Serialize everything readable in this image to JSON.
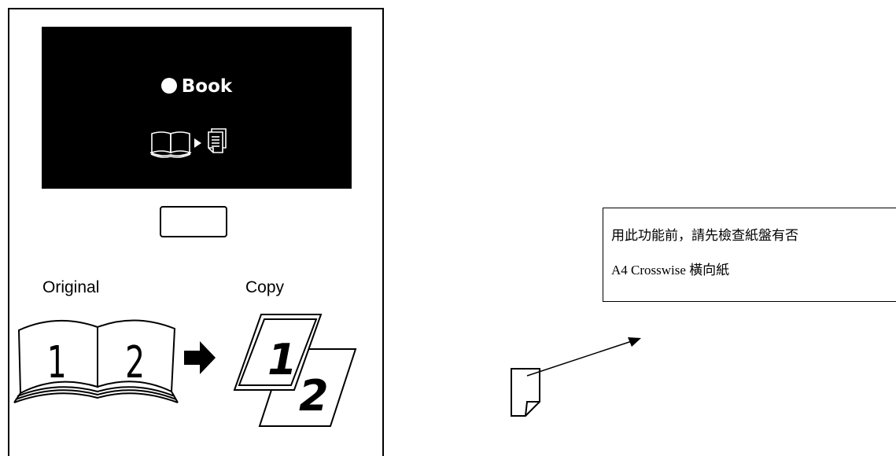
{
  "panel": {
    "display": {
      "mode_label": "Book",
      "bullet_icon": "filled-circle-icon",
      "book_icon": "open-book-icon",
      "arrow_icon": "play-triangle-icon",
      "copy_icon": "document-stack-icon"
    },
    "select_button_label": "",
    "original_label": "Original",
    "copy_label": "Copy",
    "page_numbers": [
      "1",
      "2"
    ]
  },
  "note": {
    "line1": "用此功能前，請先檢查紙盤有否",
    "line2": "A4 Crosswise  橫向紙"
  },
  "icons": {
    "arrow": "right-arrow-icon",
    "paper": "paper-crosswise-icon",
    "pointer": "pointer-arrow-icon"
  }
}
